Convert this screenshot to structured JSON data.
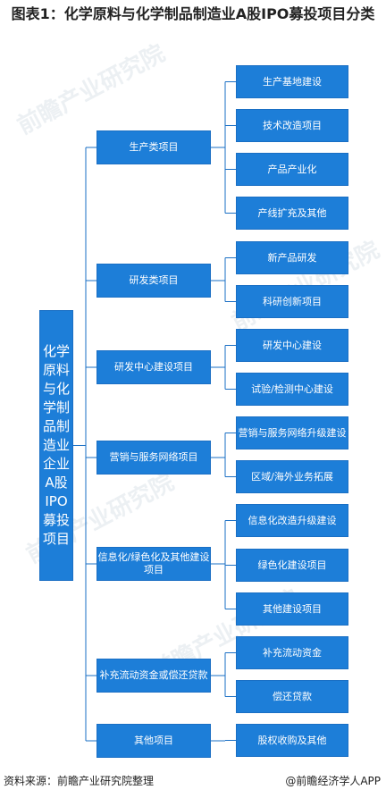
{
  "title": "图表1：化学原料与化学制品制造业A股IPO募投项目分类",
  "root": "化学原料与化学制品制造业企业A股IPO募投项目",
  "categories": [
    {
      "label": "生产类项目",
      "items": [
        "生产基地建设",
        "技术改造项目",
        "产品产业化",
        "产线扩充及其他"
      ]
    },
    {
      "label": "研发类项目",
      "items": [
        "新产品研发",
        "科研创新项目"
      ]
    },
    {
      "label": "研发中心建设项目",
      "items": [
        "研发中心建设",
        "试验/检测中心建设"
      ]
    },
    {
      "label": "营销与服务网络项目",
      "items": [
        "营销与服务网络升级建设",
        "区域/海外业务拓展"
      ]
    },
    {
      "label": "信息化/绿色化及其他建设项目",
      "items": [
        "信息化改造升级建设",
        "绿色化建设项目",
        "其他建设项目"
      ]
    },
    {
      "label": "补充流动资金或偿还贷款",
      "items": [
        "补充流动资金",
        "偿还贷款"
      ]
    },
    {
      "label": "其他项目",
      "items": [
        "股权收购及其他"
      ]
    }
  ],
  "watermark": "前瞻产业研究院",
  "source": "资料来源：前瞻产业研究院整理",
  "brand": "@前瞻经济学人APP",
  "colors": {
    "box": "#1d7ed8",
    "line": "#1a6fc4"
  }
}
